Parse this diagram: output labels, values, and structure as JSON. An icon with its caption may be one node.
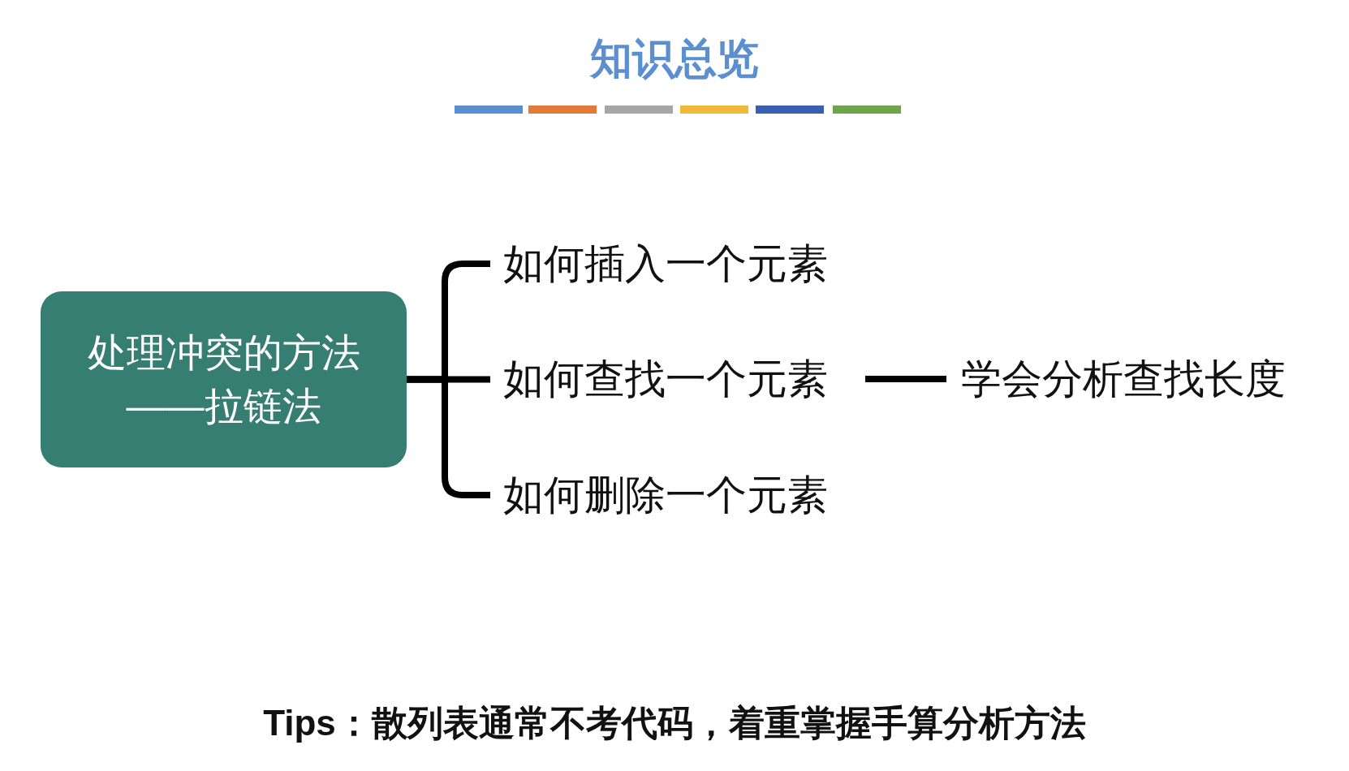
{
  "diagram": {
    "title": "知识总览",
    "nodes": [
      {
        "text": [
          "处理冲突的方法——拉链法"
        ]
      },
      {
        "text": [
          "如何插入一个元素"
        ]
      },
      {
        "text": [
          "如何查找一个元素"
        ]
      },
      {
        "text": [
          "如何删除一个元素"
        ]
      },
      {
        "text": [
          "学会分析查找长度"
        ]
      }
    ],
    "edges": [
      {
        "from": 0,
        "to": 1,
        "arrow": "none"
      },
      {
        "from": 0,
        "to": 2,
        "arrow": "none"
      },
      {
        "from": 0,
        "to": 3,
        "arrow": "none"
      },
      {
        "from": 2,
        "to": 4,
        "arrow": "none"
      }
    ],
    "labels": [
      "Tips：散列表通常不考代码，着重掌握手算分析方法"
    ]
  }
}
